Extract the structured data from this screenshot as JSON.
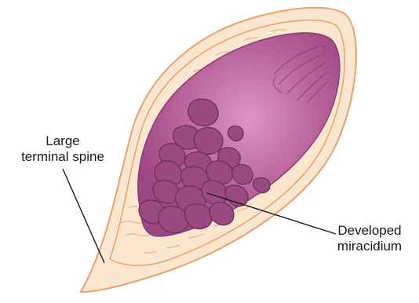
{
  "labels": {
    "spine": [
      "Large",
      "terminal spine"
    ],
    "miracidium": [
      "Developed",
      "miracidium"
    ]
  },
  "colors": {
    "shell_fill": "#fbe6cf",
    "shell_stroke": "#e9a06a",
    "embryo_fill": "#b0558f",
    "embryo_light": "#d58bbb",
    "embryo_stroke": "#8a3b6f",
    "cell_fill": "#9a4a80",
    "cell_stroke": "#6e2f5b",
    "leader_line": "#1a1a1a"
  }
}
